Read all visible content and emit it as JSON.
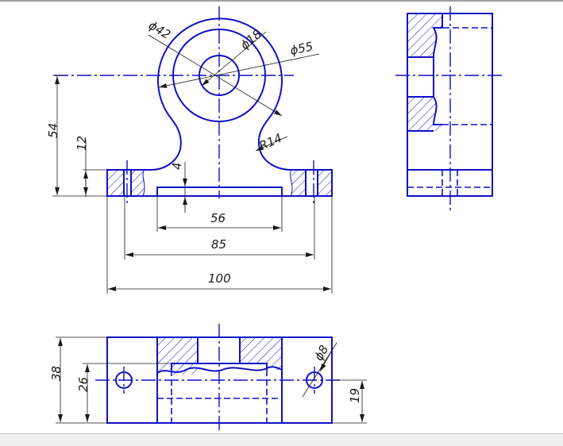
{
  "colors": {
    "outline": "#1010c8",
    "dimension": "#1a1a1a",
    "background": "#ffffff"
  },
  "front_view": {
    "dimensions": {
      "dia_42": "ϕ42",
      "dia_18": "ϕ18",
      "dia_55": "ϕ55",
      "radius_14": "R14",
      "height_54": "54",
      "height_12": "12",
      "depth_4": "4",
      "width_56": "56",
      "width_85": "85",
      "width_100": "100"
    }
  },
  "top_view": {
    "dimensions": {
      "depth_38": "38",
      "depth_26": "26",
      "dia_8": "ϕ8",
      "offset_19": "19"
    }
  }
}
